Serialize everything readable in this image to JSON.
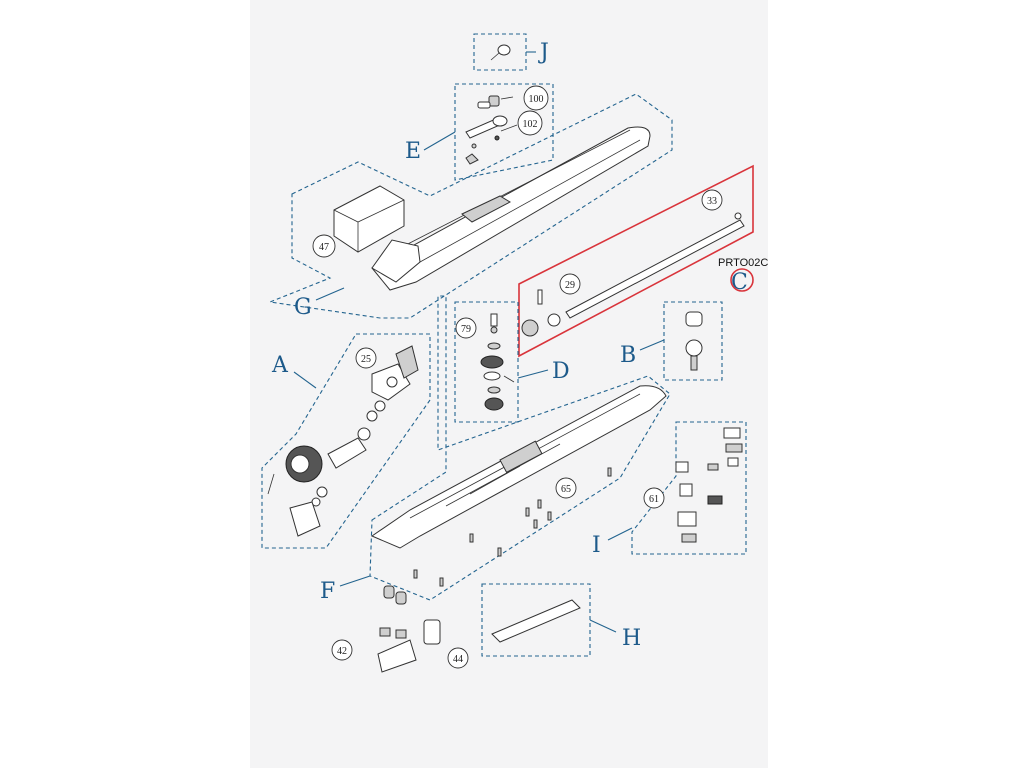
{
  "groups": {
    "A": {
      "label": "A"
    },
    "B": {
      "label": "B"
    },
    "C": {
      "label": "C",
      "code": "PRTO02C"
    },
    "D": {
      "label": "D"
    },
    "E": {
      "label": "E"
    },
    "F": {
      "label": "F"
    },
    "G": {
      "label": "G"
    },
    "H": {
      "label": "H"
    },
    "I": {
      "label": "I"
    },
    "J": {
      "label": "J"
    }
  },
  "callouts": {
    "p100": "100",
    "p102": "102",
    "p47": "47",
    "p33": "33",
    "p29": "29",
    "p79": "79",
    "p25": "25",
    "p65": "65",
    "p61": "61",
    "p42": "42",
    "p44": "44"
  },
  "colors": {
    "group_outline": "#23648f",
    "letter": "#1d5a8a",
    "highlight": "#d9343b",
    "sheet": "#f4f4f5"
  }
}
